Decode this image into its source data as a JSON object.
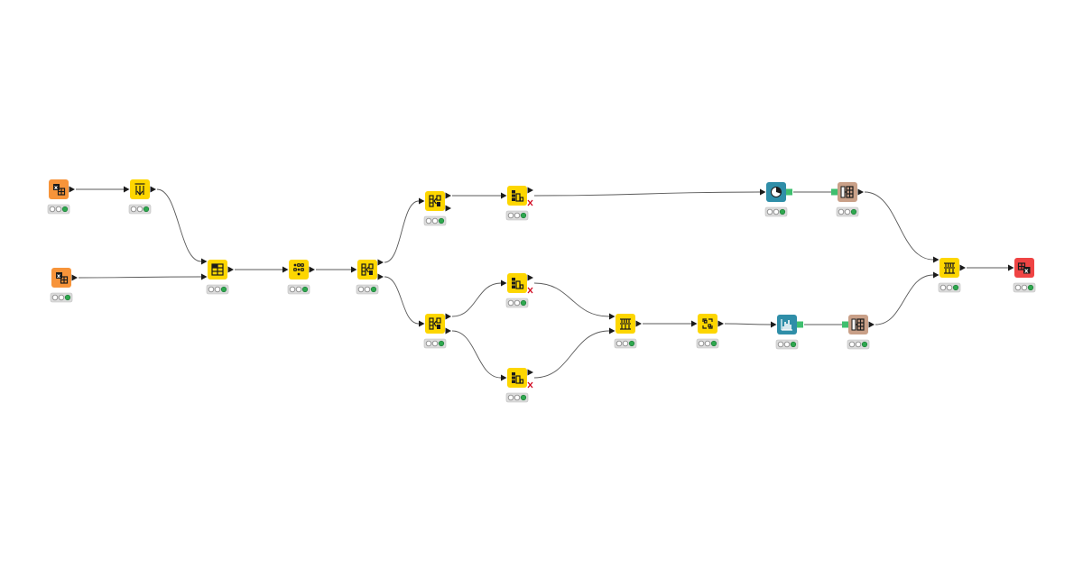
{
  "workflow": {
    "colors": {
      "reader": "#f7943a",
      "manipulator": "#fdd600",
      "visualizer": "#2f8ea8",
      "other": "#c9a088",
      "writer": "#ef4444",
      "status_green": "#2fa84f",
      "port_green": "#3fbf6f",
      "edge": "#5a5a5a"
    },
    "nodes": [
      {
        "id": "n1",
        "category": "reader",
        "icon": "excel-reader-icon",
        "status": "executed"
      },
      {
        "id": "n2",
        "category": "manipulator",
        "icon": "column-filter-icon",
        "status": "executed"
      },
      {
        "id": "n3",
        "category": "reader",
        "icon": "excel-reader-icon",
        "status": "executed"
      },
      {
        "id": "n4",
        "category": "manipulator",
        "icon": "joiner-icon",
        "status": "executed"
      },
      {
        "id": "n5",
        "category": "manipulator",
        "icon": "row-filter-icon",
        "status": "executed"
      },
      {
        "id": "n6",
        "category": "manipulator",
        "icon": "splitter-icon",
        "status": "executed"
      },
      {
        "id": "n7",
        "category": "manipulator",
        "icon": "splitter-icon",
        "status": "executed"
      },
      {
        "id": "n8",
        "category": "manipulator",
        "icon": "if-switch-icon",
        "status": "executed",
        "inactive_output": true
      },
      {
        "id": "n9",
        "category": "manipulator",
        "icon": "splitter-icon",
        "status": "executed"
      },
      {
        "id": "n10",
        "category": "manipulator",
        "icon": "if-switch-icon",
        "status": "executed",
        "inactive_output": true
      },
      {
        "id": "n11",
        "category": "manipulator",
        "icon": "if-switch-icon",
        "status": "executed",
        "inactive_output": true
      },
      {
        "id": "n12",
        "category": "manipulator",
        "icon": "concatenate-icon",
        "status": "executed"
      },
      {
        "id": "n13",
        "category": "manipulator",
        "icon": "pivot-icon",
        "status": "executed"
      },
      {
        "id": "n14",
        "category": "visualizer",
        "icon": "pie-chart-icon",
        "status": "executed"
      },
      {
        "id": "n15",
        "category": "other",
        "icon": "image-to-table-icon",
        "status": "executed"
      },
      {
        "id": "n16",
        "category": "visualizer",
        "icon": "bar-chart-icon",
        "status": "executed"
      },
      {
        "id": "n17",
        "category": "other",
        "icon": "image-to-table-icon",
        "status": "executed"
      },
      {
        "id": "n18",
        "category": "manipulator",
        "icon": "concatenate-icon",
        "status": "executed"
      },
      {
        "id": "n19",
        "category": "writer",
        "icon": "excel-writer-icon",
        "status": "executed"
      }
    ],
    "connections": [
      {
        "from": "n1",
        "to": "n2",
        "type": "data"
      },
      {
        "from": "n2",
        "to": "n4",
        "type": "data"
      },
      {
        "from": "n3",
        "to": "n4",
        "type": "data"
      },
      {
        "from": "n4",
        "to": "n5",
        "type": "data"
      },
      {
        "from": "n5",
        "to": "n6",
        "type": "data"
      },
      {
        "from": "n6",
        "to": "n7",
        "type": "data"
      },
      {
        "from": "n6",
        "to": "n9",
        "type": "data"
      },
      {
        "from": "n7",
        "to": "n8",
        "type": "data"
      },
      {
        "from": "n8",
        "to": "n14",
        "type": "data"
      },
      {
        "from": "n9",
        "to": "n10",
        "type": "data"
      },
      {
        "from": "n9",
        "to": "n11",
        "type": "data"
      },
      {
        "from": "n10",
        "to": "n12",
        "type": "data"
      },
      {
        "from": "n11",
        "to": "n12",
        "type": "data"
      },
      {
        "from": "n12",
        "to": "n13",
        "type": "data"
      },
      {
        "from": "n13",
        "to": "n16",
        "type": "data"
      },
      {
        "from": "n14",
        "to": "n15",
        "type": "image"
      },
      {
        "from": "n16",
        "to": "n17",
        "type": "image"
      },
      {
        "from": "n15",
        "to": "n18",
        "type": "data"
      },
      {
        "from": "n17",
        "to": "n18",
        "type": "data"
      },
      {
        "from": "n18",
        "to": "n19",
        "type": "data"
      }
    ]
  }
}
